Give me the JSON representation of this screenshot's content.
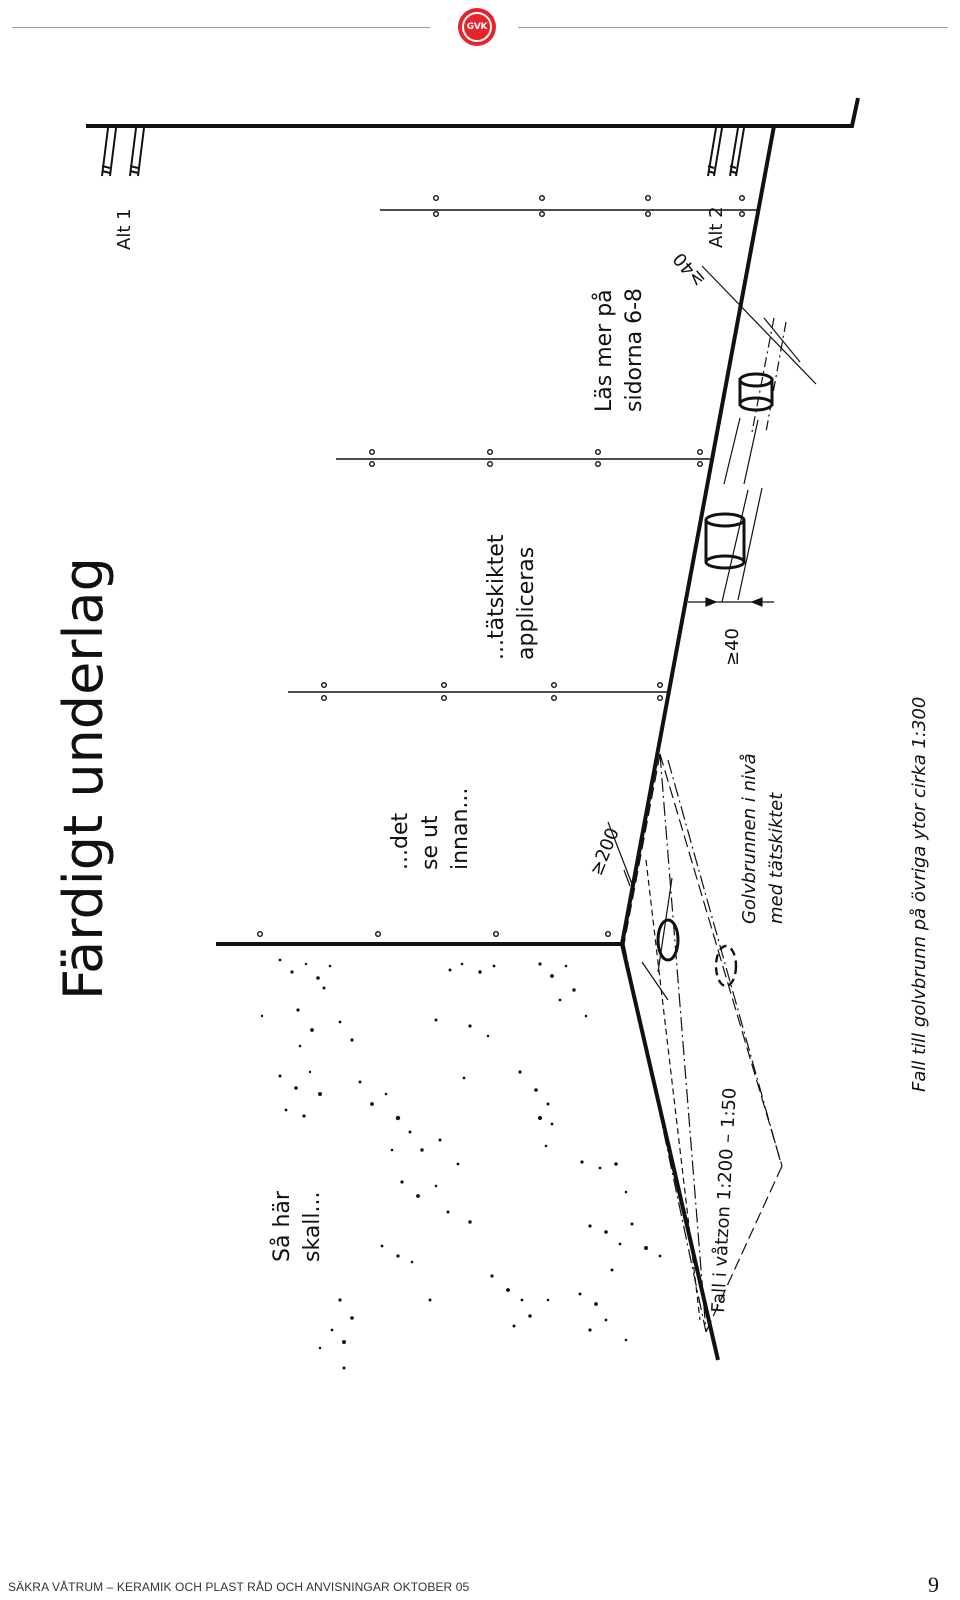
{
  "header": {
    "logo_text": "GVK",
    "brand_color": "#e4232b"
  },
  "title": "Färdigt underlag",
  "labels": {
    "sa_har_line1": "Så här",
    "sa_har_line2": "skall...",
    "det_line1": "...det",
    "det_line2": "se ut",
    "det_line3": "innan...",
    "tatskiktet_line1": "...tätskiktet",
    "tatskiktet_line2": "appliceras",
    "las_mer_line1": "Läs mer på",
    "las_mer_line2": "sidorna 6-8",
    "alt1": "Alt 1",
    "alt2": "Alt 2",
    "dim_200": "≥200",
    "dim_40_a": "≥40",
    "dim_40_b": "≥40",
    "golvbrunn_line1": "Golvbrunnen i nivå",
    "golvbrunn_line2": "med tätskiktet",
    "fall_vatzon": "Fall i våtzon 1:200 – 1:50",
    "fall_ovriga": "Fall till golvbrunn på övriga ytor cirka 1:300"
  },
  "footer": {
    "text": "SÄKRA VÅTRUM – KERAMIK OCH PLAST   RÅD OCH ANVISNINGAR OKTOBER 05",
    "page_number": "9"
  }
}
